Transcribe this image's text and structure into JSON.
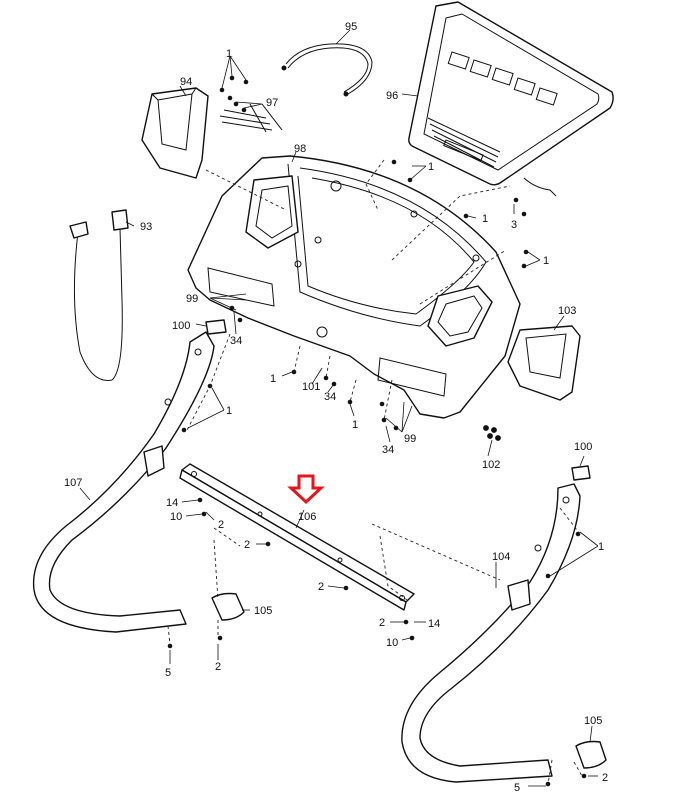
{
  "callouts": {
    "p1": "1",
    "p2": "2",
    "p3": "3",
    "p5": "5",
    "p10": "10",
    "p14": "14",
    "p34": "34",
    "p93": "93",
    "p94": "94",
    "p95": "95",
    "p96": "96",
    "p97": "97",
    "p98": "98",
    "p99": "99",
    "p100": "100",
    "p101": "101",
    "p102": "102",
    "p103": "103",
    "p104": "104",
    "p105": "105",
    "p106": "106",
    "p107": "107"
  },
  "colors": {
    "line": "#111111",
    "highlight_arrow": "#e8141b",
    "background": "#ffffff"
  }
}
